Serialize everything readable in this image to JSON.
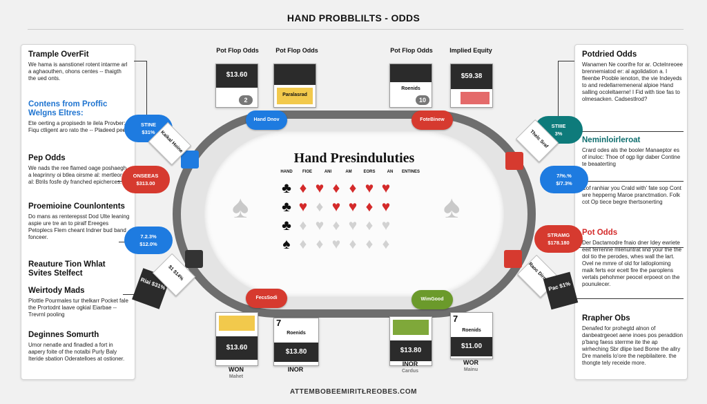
{
  "header": {
    "title": "HAND PROBBLILTS - ODDS"
  },
  "footer": {
    "text": "ATTEMBOBEEMIRITŁREOBES.COM"
  },
  "left_panel": [
    {
      "heading": "Trample OverFit",
      "body": "We hama is aanstionel rotent intarme arl a aghaouthen, ohons centes -- thaigth the ued onts.",
      "color": "black"
    },
    {
      "heading": "Contens from Proffic Welgns Eltres:",
      "body": "Ete oerting a propisedn te ilela Provber: Fiqu ctligent aro rato the -- Pladeed peds.",
      "color": "blue"
    },
    {
      "heading": "Pep Odds",
      "body": "We nads the ree flamed oage poshaegh a leaprinny oi btlea oirsme al: mertleorae al: Btrils fosfe dy franched epicherces.",
      "color": "black"
    },
    {
      "heading": "Proemioine Counlontents",
      "body": "Do mans as renterepsst Dod Ulte leaning aspie ure tre an to piralf Ereeges Petoplecs Flem cheant Indner bud band fonceer.",
      "color": "black"
    },
    {
      "heading": "Reauture Tion Whlat Svites Stelfect",
      "body": "",
      "color": "black"
    },
    {
      "heading": "Weirtody Mads",
      "body": "Plottle Pourmales tur thelkarr Pocket fale the Prortodnt laave ogkial Eiarbae -- Trevrnl pooling",
      "color": "black"
    },
    {
      "heading": "Deginnes Somurth",
      "body": "Umor nenatle and finadled a fort in aapery foite of the notalbi Purly Baly Iteride sbation Oderatelloes at ostioner.",
      "color": "black"
    }
  ],
  "right_panel": [
    {
      "heading": "Potdried Odds",
      "body": "Wanamen Ne coorifre for ar. Octelnreoee brennemiatod er: al agolidation a. I fleenbe Pooble ienoton, the vie Indeyeds to and redellarremeneral alpioe Hand salling ocoleltaerne! I Fid with tioe fas to olmesacken. Cadsestlrod?",
      "color": "black"
    },
    {
      "heading": "Neminloirleroat",
      "body": "Crard odes als the booler Manaeptor es of inuloc: Thoe of ogp ligr daber Contine te beaaterting",
      "color": "black"
    },
    {
      "heading": "",
      "body": "Cof ranhiar you Crald with' fate sop Cont wre hepperng Maroe pranctmation. Folk cot Op tiece begre thertsonerting",
      "color": "black"
    },
    {
      "heading": "Pot Odds",
      "body": "Der Dactamodre fnaio dner Idey ewriete eeit ferrenne mlenuntrat lind your the the dol tio the perodes, whes wall the lart. Ovel ne mmre of old for latloploming maik ferts eor ecett fire the paroplens vertals pehohmer peocel erpoeot on the pounulecer.",
      "color": "red"
    },
    {
      "heading": "Rrapher Obs",
      "body": "Denafed for prohegtd alnon of danbeatrgeoet aene inoes pos peraddion p'bang faess sterrme ite the ap wirheching Sbr dlipe lsed Bome the allry Dre manelis lo'ore the nepbilaitere. the thongte tely receide more.",
      "color": "black"
    }
  ],
  "table": {
    "title": "Hand Presinduluties",
    "columns": [
      "HAND",
      "FIOE",
      "ANI",
      "AM",
      "EORS",
      "AN",
      "ENTINES"
    ]
  },
  "chips": [
    {
      "label": "Hand Dnov",
      "color": "#1e7be0"
    },
    {
      "label": "FoteBinew",
      "color": "#d63a2f"
    },
    {
      "label": "FecsSodi",
      "color": "#d63a2f"
    },
    {
      "label": "WimGood",
      "color": "#6b9a2b"
    }
  ],
  "side_tags": [
    {
      "top": "STINE",
      "bottom": "$31%",
      "color": "#1e7be0"
    },
    {
      "top": "ONSEEAS",
      "bottom": "$313.00",
      "color": "#d63a2f"
    },
    {
      "top": "7.2.3%",
      "bottom": "$12.0%",
      "color": "#1e7be0"
    },
    {
      "top": "",
      "bottom": "",
      "color": "#1e7be0"
    },
    {
      "top": "STIIIE",
      "bottom": "3%",
      "color": "#0e7b7b"
    },
    {
      "top": "7/%.%",
      "bottom": "$/7.3%",
      "color": "#1e7be0"
    },
    {
      "top": "STRAMG",
      "bottom": "$178.180",
      "color": "#d63a2f"
    }
  ],
  "side_cards": [
    {
      "text": "Kaikal Hoine"
    },
    {
      "text": "Riai $31%"
    },
    {
      "text": "$1 $14%"
    },
    {
      "text": "Thelc Sraf"
    },
    {
      "text": "Raoc Dirmant"
    },
    {
      "text": "Pac $1%"
    }
  ],
  "top_stacks": [
    {
      "label": "Pot Flop Odds",
      "value": "$13.60",
      "chip_num": "2"
    },
    {
      "label": "Pot Flop Odds",
      "value": "Paralasrad",
      "chip_num": ""
    },
    {
      "label": "Pot Flop Odds",
      "value": "Roenids",
      "chip_num": "10"
    },
    {
      "label": "Implied Equity",
      "value": "$59.38",
      "chip_num": ""
    }
  ],
  "bottom_stacks": [
    {
      "value": "$13.60",
      "caption": "WON",
      "sub": "Mahet"
    },
    {
      "value": "$13.80",
      "caption": "INOR",
      "sub": "",
      "num": "7"
    },
    {
      "value": "$13.80",
      "caption": "INOR",
      "sub": "Cardus"
    },
    {
      "value": "$11.00",
      "caption": "WOR",
      "sub": "Mainu",
      "num": "7"
    }
  ]
}
